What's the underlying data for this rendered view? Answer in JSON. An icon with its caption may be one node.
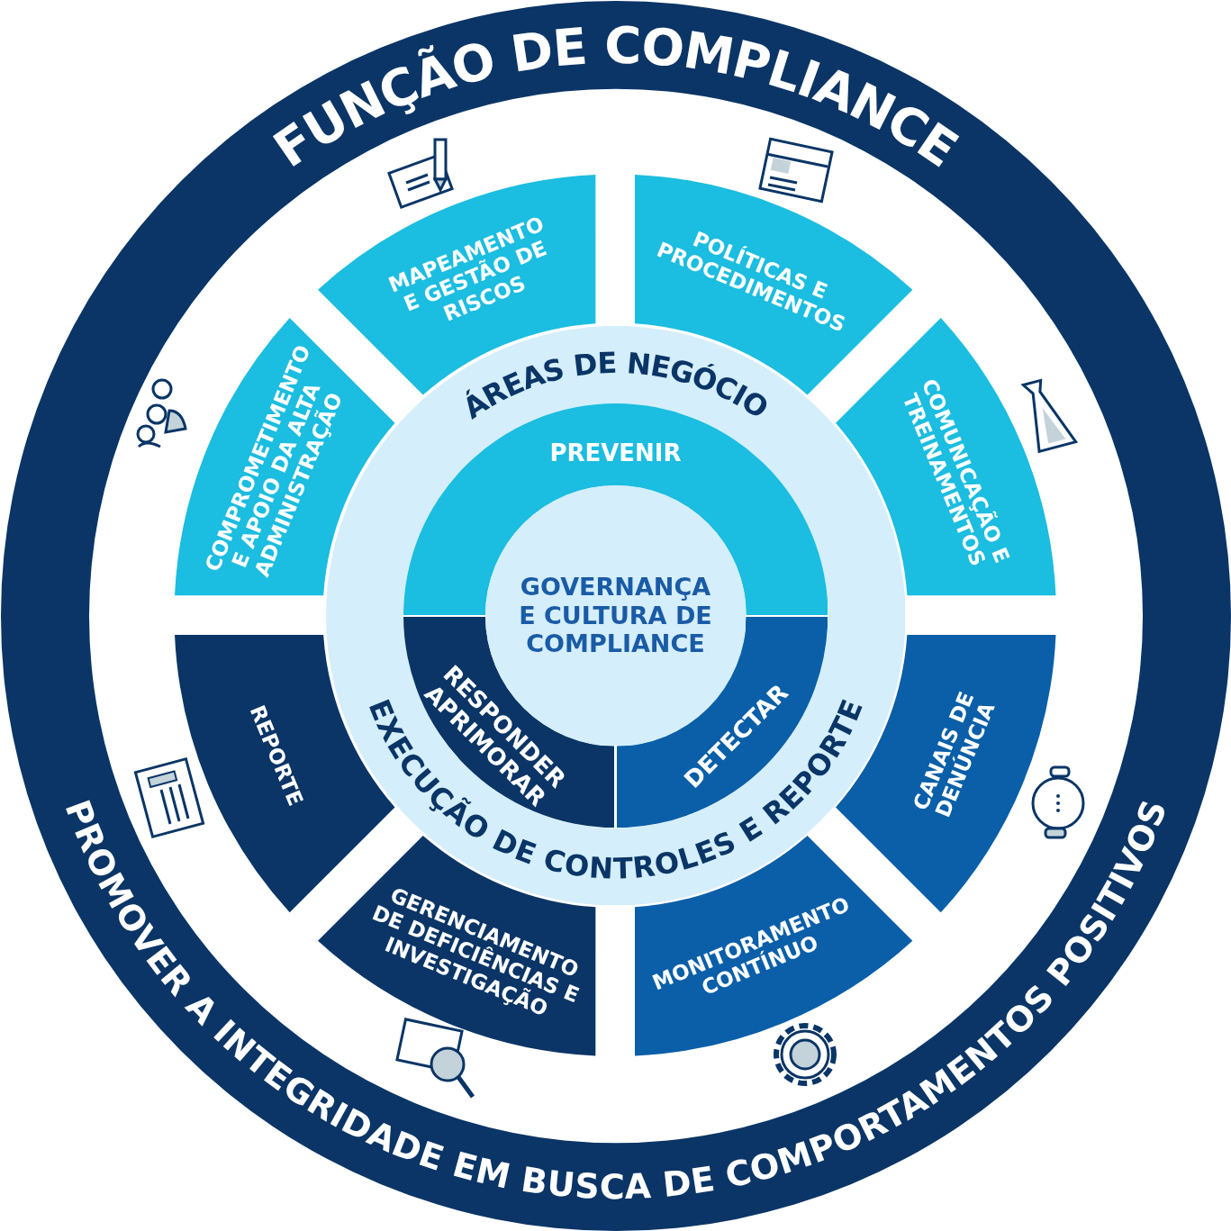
{
  "diagram": {
    "nodes": [
      {
        "text": [
          "FUNÇÃO DE COMPLIANCE",
          "PROMOVER A INTEGRIDADE EM BUSCA DE COMPORTAMENTOS POSITIVOS"
        ]
      },
      {
        "text": [
          "MAPEAMENTO E GESTÃO DE RISCOS"
        ],
        "in": 0
      },
      {
        "text": [
          "POLÍTICAS E PROCEDIMENTOS"
        ],
        "in": 0
      },
      {
        "text": [
          "COMPROMETIMENTO E APOIO DA ALTA ADMINISTRAÇÃO"
        ],
        "in": 0
      },
      {
        "text": [
          "COMUNICAÇÃO E TREINAMENTOS"
        ],
        "in": 0
      },
      {
        "text": [
          "REPORTE"
        ],
        "in": 0
      },
      {
        "text": [
          "CANAIS DE DENÚNCIA"
        ],
        "in": 0
      },
      {
        "text": [
          "GERENCIAMENTO DE DEFICIÊNCIAS E INVESTIGAÇÃO"
        ],
        "in": 0
      },
      {
        "text": [
          "MONITORAMENTO CONTÍNUO"
        ],
        "in": 0
      },
      {
        "text": [
          "ÁREAS DE NEGÓCIO",
          "EXECUÇÃO DE CONTROLES E REPORTE"
        ],
        "in": 0
      },
      {
        "text": [
          "PREVENIR"
        ],
        "in": 9
      },
      {
        "text": [
          "RESPONDER APRIMORAR"
        ],
        "in": 9
      },
      {
        "text": [
          "DETECTAR"
        ],
        "in": 9
      },
      {
        "text": [
          "GOVERNANÇA E CULTURA DE COMPLIANCE"
        ],
        "in": 9
      }
    ],
    "edges": []
  }
}
